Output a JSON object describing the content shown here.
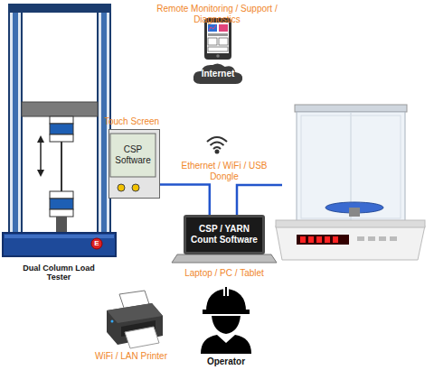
{
  "diagram": {
    "nodes": [
      {
        "text": [
          "Internet"
        ]
      },
      {
        "text": [
          "Touch Screen",
          "CSP Software"
        ]
      },
      {
        "text": [
          "CSP / YARN Count Software",
          "Laptop / PC / Tablet"
        ]
      }
    ],
    "edges": [
      {
        "from": 1,
        "to": 2,
        "arrow": "none"
      }
    ],
    "labels": [
      "Remote Monitoring / Support / Diagnostics",
      "Ethernet / WiFi / USB Dongle",
      "E",
      "Dual Column Load Tester",
      "WiFi / LAN Printer",
      "Operator"
    ]
  }
}
